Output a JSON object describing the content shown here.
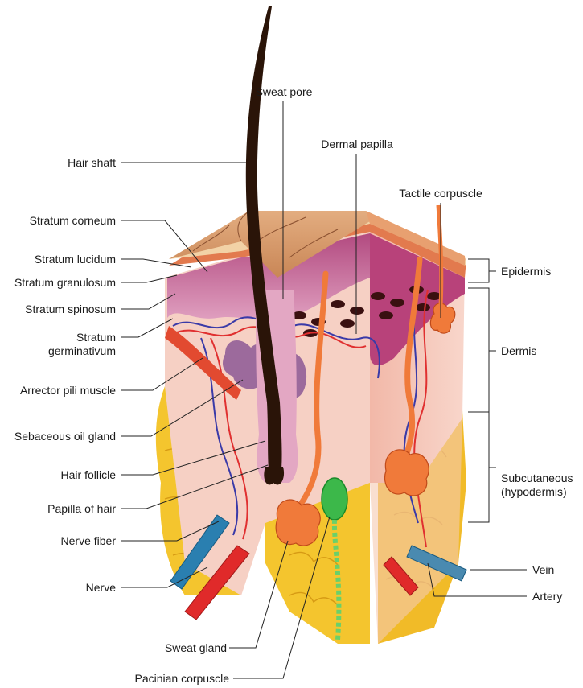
{
  "labels": {
    "hair_shaft": "Hair shaft",
    "sweat_pore": "Sweat pore",
    "dermal_papilla": "Dermal papilla",
    "tactile_corpuscle": "Tactile corpuscle",
    "stratum_corneum": "Stratum corneum",
    "stratum_lucidum": "Stratum lucidum",
    "stratum_granulosum": "Stratum granulosum",
    "stratum_spinosum": "Stratum spinosum",
    "stratum_germinativum_line1": "Stratum",
    "stratum_germinativum_line2": "germinativum",
    "arrector_pili_muscle": "Arrector pili muscle",
    "sebaceous_oil_gland": "Sebaceous oil gland",
    "hair_follicle": "Hair follicle",
    "papilla_of_hair": "Papilla of hair",
    "nerve_fiber": "Nerve fiber",
    "nerve": "Nerve",
    "sweat_gland": "Sweat gland",
    "pacinian_corpuscle": "Pacinian corpuscle",
    "epidermis": "Epidermis",
    "dermis": "Dermis",
    "subcutaneous_line1": "Subcutaneous",
    "subcutaneous_line2": "(hypodermis)",
    "vein": "Vein",
    "artery": "Artery"
  },
  "colors": {
    "epidermis_top": "#d9996a",
    "epidermis_layer": "#e4724a",
    "dermis": "#f5cbbf",
    "spinosum": "#c25a8c",
    "fat": "#f4c52e",
    "hair": "#2a1408",
    "sweat_duct": "#f07a3a",
    "vein": "#2a7fb0",
    "artery": "#e02a2a",
    "nerve": "#3a3aa8",
    "pacinian": "#3cb84a",
    "sebaceous": "#9c6a9c"
  }
}
